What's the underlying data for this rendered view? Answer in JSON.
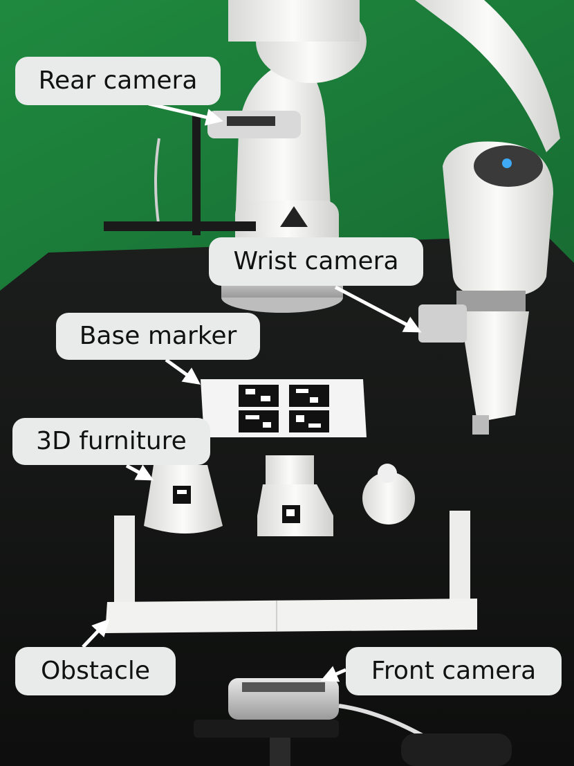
{
  "labels": {
    "rear_camera": "Rear camera",
    "wrist_camera": "Wrist camera",
    "base_marker": "Base marker",
    "furniture": "3D furniture",
    "obstacle": "Obstacle",
    "front_camera": "Front camera"
  },
  "colors": {
    "backdrop": "#1e7a3a",
    "table": "#141615",
    "robot": "#f2f2f0",
    "label_bg": "#e9ebea",
    "arrow": "#ffffff"
  }
}
